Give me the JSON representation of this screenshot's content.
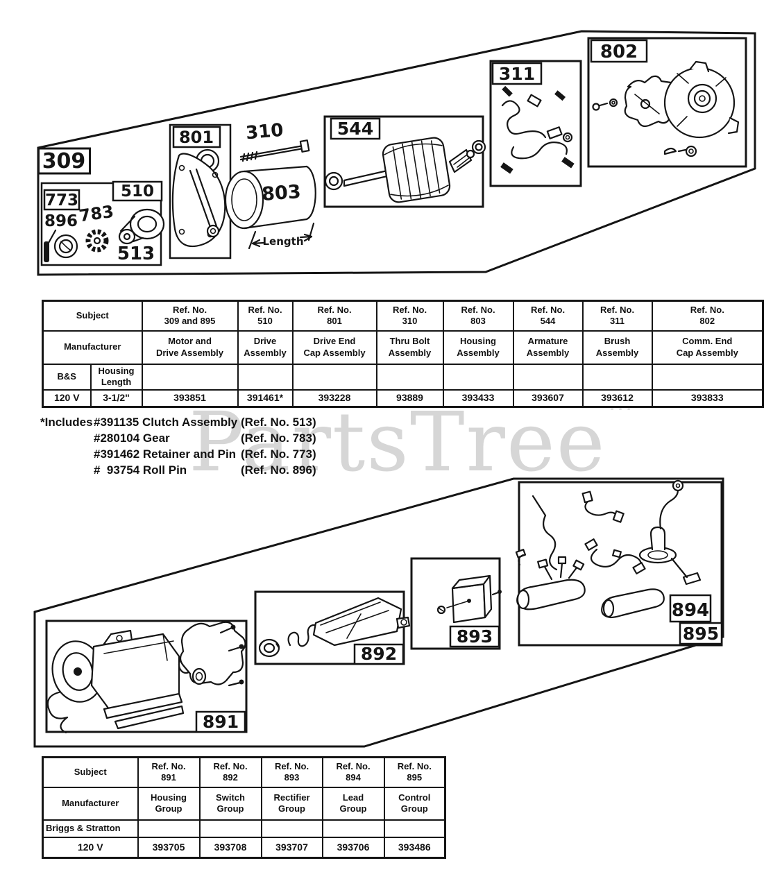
{
  "watermark": {
    "text": "PartsTree",
    "tm": "TM",
    "color": "#d6d6d6"
  },
  "upper_diagram": {
    "callouts": {
      "assembly": "309",
      "retainer_pin": "773",
      "roll_pin": "896",
      "gear": "783",
      "drive_assembly": "510",
      "clutch": "513",
      "drive_end_cap": "801",
      "thru_bolt": "310",
      "motor_housing": "803",
      "length_label": "Length",
      "armature": "544",
      "brush_assembly": "311",
      "comm_end_cap": "802"
    }
  },
  "lower_diagram": {
    "callouts": {
      "housing_group": "891",
      "switch_group": "892",
      "rectifier_group": "893",
      "lead_group": "894",
      "control_group": "895"
    }
  },
  "parts_table_upper": {
    "subject_label": "Subject",
    "manufacturer_label": "Manufacturer",
    "manufacturer_name": "B&S",
    "housing_length_label": "Housing\nLength",
    "voltage": "120 V",
    "housing_length_value": "3-1/2\"",
    "columns": [
      {
        "ref": "Ref. No.\n309 and 895",
        "assembly": "Motor and\nDrive Assembly",
        "part_number": "393851"
      },
      {
        "ref": "Ref. No.\n510",
        "assembly": "Drive\nAssembly",
        "part_number": "391461*"
      },
      {
        "ref": "Ref. No.\n801",
        "assembly": "Drive End\nCap Assembly",
        "part_number": "393228"
      },
      {
        "ref": "Ref. No.\n310",
        "assembly": "Thru Bolt\nAssembly",
        "part_number": "93889"
      },
      {
        "ref": "Ref. No.\n803",
        "assembly": "Housing\nAssembly",
        "part_number": "393433"
      },
      {
        "ref": "Ref. No.\n544",
        "assembly": "Armature\nAssembly",
        "part_number": "393607"
      },
      {
        "ref": "Ref. No.\n311",
        "assembly": "Brush\nAssembly",
        "part_number": "393612"
      },
      {
        "ref": "Ref. No.\n802",
        "assembly": "Comm. End\nCap Assembly",
        "part_number": "393833"
      }
    ]
  },
  "footnote": {
    "lines": [
      {
        "prefix": "*Includes",
        "part": "#391135 Clutch Assembly",
        "ref": "(Ref. No. 513)"
      },
      {
        "prefix": "",
        "part": "#280104 Gear",
        "ref": "(Ref. No. 783)"
      },
      {
        "prefix": "",
        "part": "#391462 Retainer and Pin",
        "ref": "(Ref. No. 773)"
      },
      {
        "prefix": "",
        "part": "#  93754 Roll Pin",
        "ref": "(Ref. No. 896)"
      }
    ]
  },
  "parts_table_lower": {
    "subject_label": "Subject",
    "manufacturer_label": "Manufacturer",
    "manufacturer_name": "Briggs & Stratton",
    "voltage": "120 V",
    "columns": [
      {
        "ref": "Ref. No.\n891",
        "group": "Housing\nGroup",
        "part_number": "393705"
      },
      {
        "ref": "Ref. No.\n892",
        "group": "Switch\nGroup",
        "part_number": "393708"
      },
      {
        "ref": "Ref. No.\n893",
        "group": "Rectifier\nGroup",
        "part_number": "393707"
      },
      {
        "ref": "Ref. No.\n894",
        "group": "Lead\nGroup",
        "part_number": "393706"
      },
      {
        "ref": "Ref. No.\n895",
        "group": "Control\nGroup",
        "part_number": "393486"
      }
    ]
  }
}
